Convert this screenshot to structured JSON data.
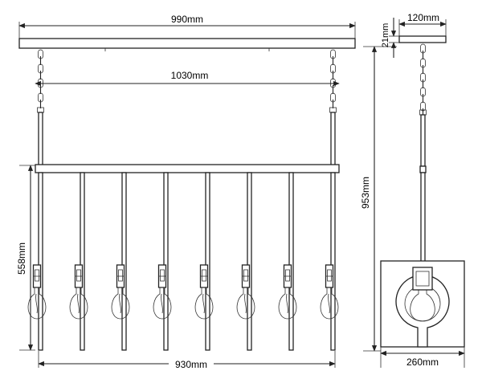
{
  "dimensions": {
    "canopy_width": "990mm",
    "bar_length": "1030mm",
    "pendant_span": "930mm",
    "pendant_height": "558mm",
    "overall_height": "953mm",
    "canopy_depth": "120mm",
    "canopy_thickness": "21mm",
    "fixture_depth": "260mm"
  },
  "pendant_count": 8
}
